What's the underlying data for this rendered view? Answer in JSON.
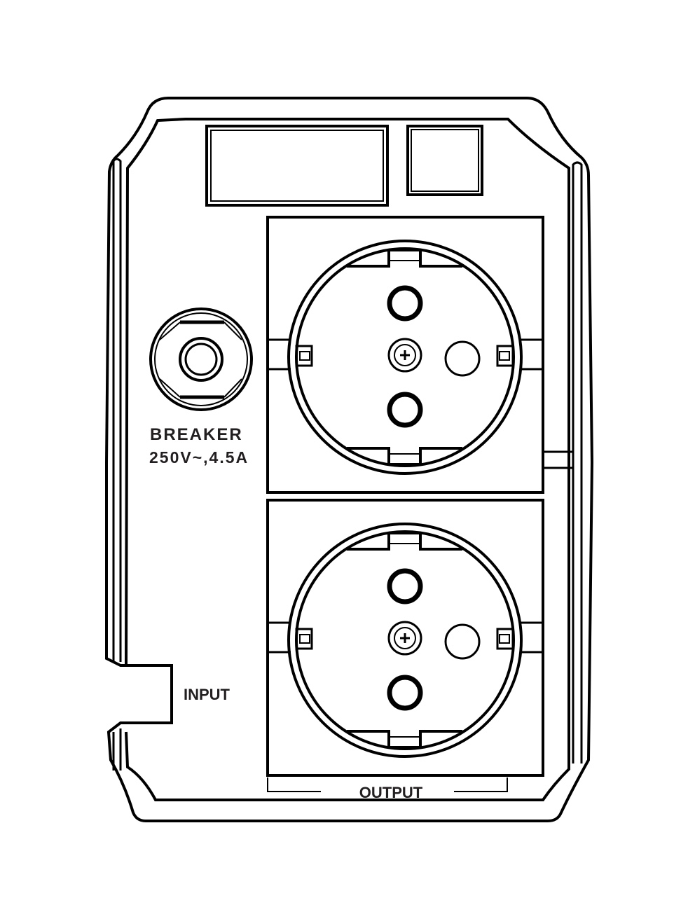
{
  "panel": {
    "breaker": {
      "label": "BREAKER",
      "rating": "250V~,4.5A"
    },
    "input": {
      "label": "INPUT"
    },
    "output": {
      "label": "OUTPUT",
      "socket_count": 2
    }
  },
  "colors": {
    "line": "#000000",
    "text": "#231f20",
    "background": "#ffffff"
  }
}
